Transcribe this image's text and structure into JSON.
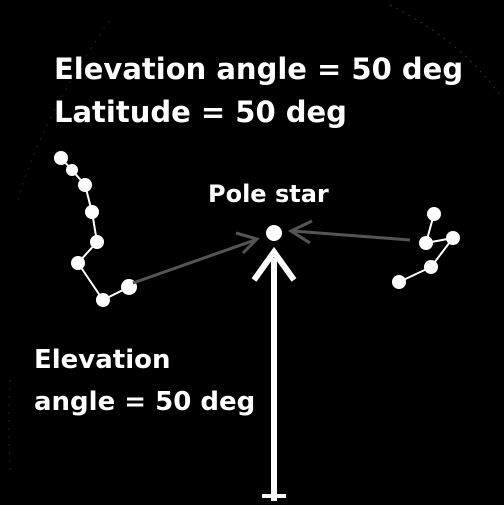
{
  "labels": {
    "top_line_1": "Elevation angle = 50 deg",
    "top_line_2": "Latitude  = 50 deg",
    "pole_star": "Pole star",
    "bottom_line_1": "Elevation",
    "bottom_line_2": "angle = 50 deg"
  },
  "colors": {
    "background": "#000000",
    "stars": "#ffffff",
    "constellation_lines": "#ffffff",
    "pointer_arrows": "#555555",
    "elevation_arrow": "#ffffff",
    "text": "#ffffff"
  },
  "constellations": {
    "left_name": "",
    "right_name": ""
  }
}
